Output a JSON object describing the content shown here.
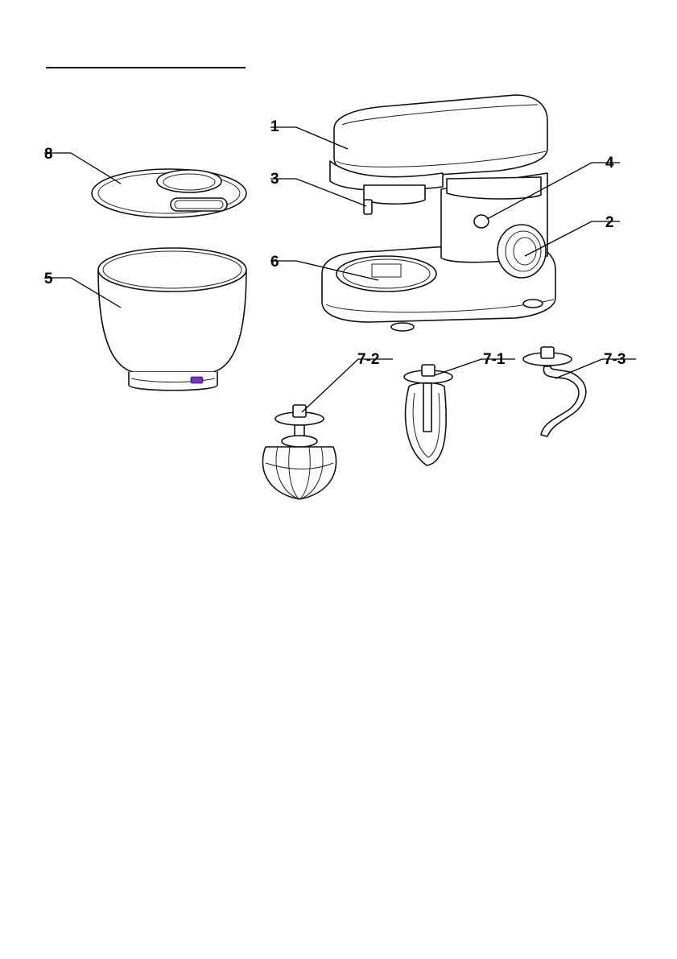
{
  "diagram": {
    "callouts": [
      {
        "id": "1",
        "label": "1"
      },
      {
        "id": "2",
        "label": "2"
      },
      {
        "id": "3",
        "label": "3"
      },
      {
        "id": "4",
        "label": "4"
      },
      {
        "id": "5",
        "label": "5"
      },
      {
        "id": "6",
        "label": "6"
      },
      {
        "id": "7-1",
        "label": "7-1"
      },
      {
        "id": "7-2",
        "label": "7-2"
      },
      {
        "id": "7-3",
        "label": "7-3"
      },
      {
        "id": "8",
        "label": "8"
      }
    ],
    "bowl_button_color": "#7a2fc4"
  }
}
